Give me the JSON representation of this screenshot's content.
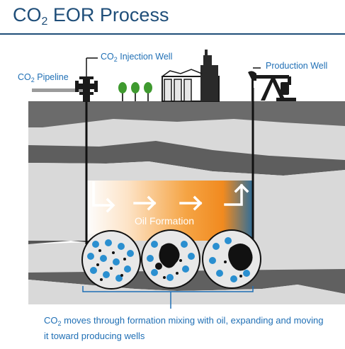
{
  "title": {
    "pre": "CO",
    "sub": "2",
    "post": " EOR Process"
  },
  "labels": {
    "injection_well": {
      "pre": "CO",
      "sub": "2",
      "post": " Injection Well"
    },
    "production_well": "Production Well",
    "pipeline": {
      "pre": "CO",
      "sub": "2",
      "post": " Pipeline"
    },
    "oil_formation": "Oil Formation"
  },
  "caption": {
    "pre": "CO",
    "sub": "2",
    "post": " moves through formation mixing with oil, expanding and moving it toward producing wells"
  },
  "colors": {
    "title": "#1f4e79",
    "label_blue": "#1f6fb5",
    "rock_dark": "#5f5f5f",
    "rock_light": "#d9d9d9",
    "oil_orange": "#f39a2b",
    "co2_blue": "#2a8fd0",
    "oil_black": "#111111",
    "tree_green": "#3f9a2f"
  },
  "icons": [
    "injection-wellhead-icon",
    "pumpjack-icon",
    "refinery-icon",
    "tree-icon",
    "bubble-icon",
    "arrow-icon"
  ]
}
